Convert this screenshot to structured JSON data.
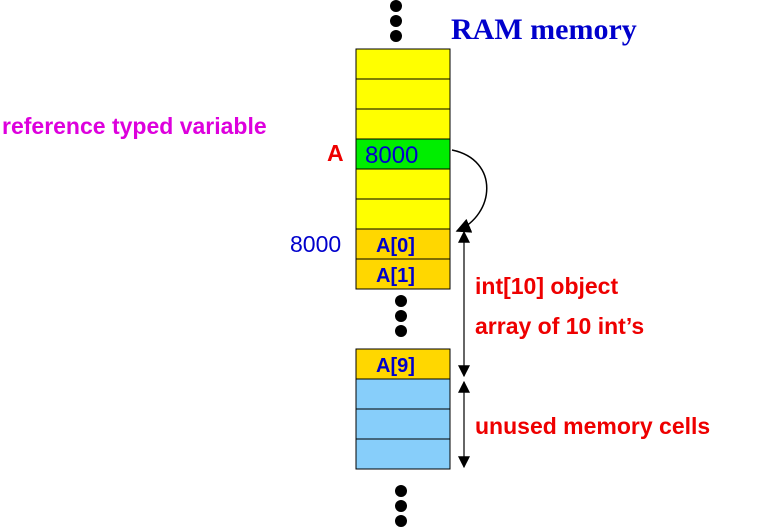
{
  "title": "RAM memory",
  "labels": {
    "reference_variable": "reference typed variable",
    "variable_name": "A",
    "array_address": "8000",
    "array_object": "int[10] object",
    "array_description": "array of 10 int’s",
    "unused": "unused memory cells"
  },
  "cells": {
    "reference_value": "8000",
    "a0": "A[0]",
    "a1": "A[1]",
    "a9": "A[9]"
  },
  "colors": {
    "title": "#0000cc",
    "reference_label": "#dd00dd",
    "red_label": "#ee0000",
    "blue_text": "#0000cc",
    "free_cell": "#ffff00",
    "reference_cell": "#00ee00",
    "array_cell": "#ffd700",
    "unused_cell": "#87cefa"
  }
}
